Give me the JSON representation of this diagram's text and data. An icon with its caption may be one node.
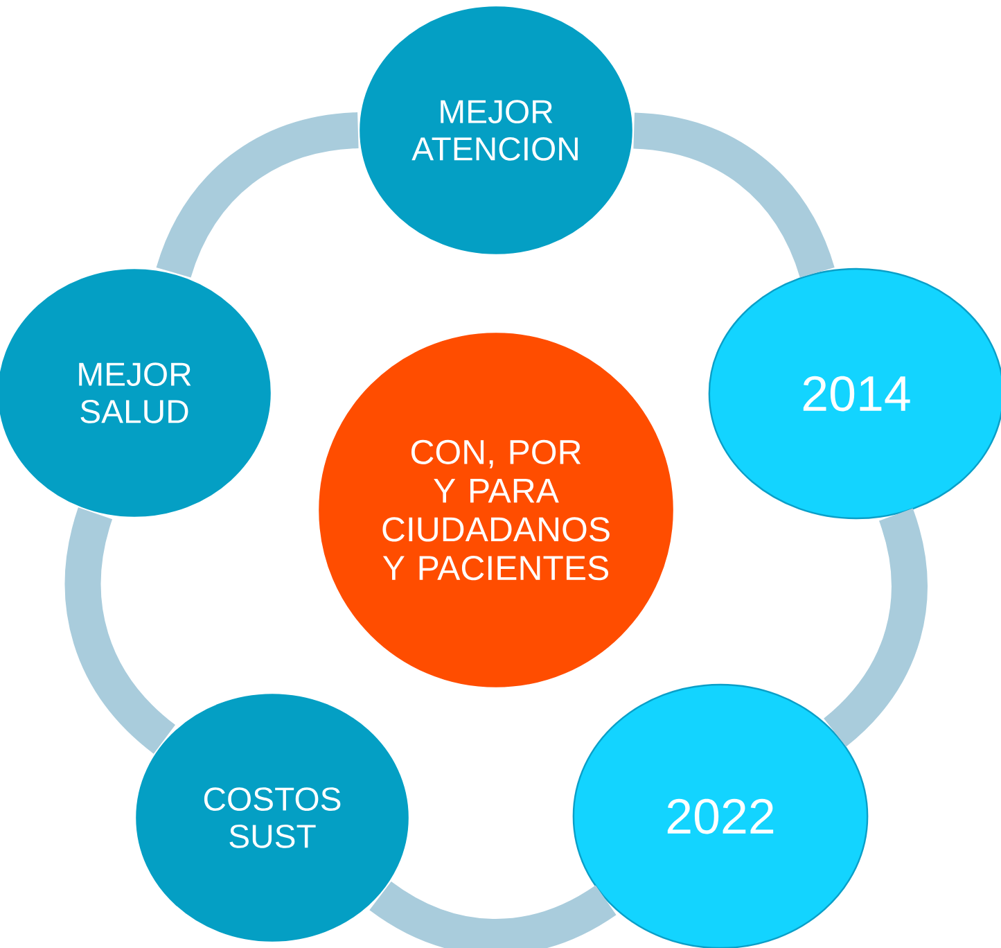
{
  "diagram": {
    "nodes": [
      {
        "text": [
          "MEJOR ATENCION"
        ]
      },
      {
        "text": [
          "MEJOR SALUD"
        ]
      },
      {
        "text": [
          "2014"
        ]
      },
      {
        "text": [
          "CON, POR Y PARA CIUDADANOS Y PACIENTES"
        ]
      },
      {
        "text": [
          "COSTOS SUST"
        ]
      },
      {
        "text": [
          "2022"
        ]
      }
    ],
    "edges": [
      {
        "from": 0,
        "to": 2,
        "arrow": "none"
      },
      {
        "from": 2,
        "to": 5,
        "arrow": "none"
      },
      {
        "from": 5,
        "to": 4,
        "arrow": "none"
      },
      {
        "from": 4,
        "to": 1,
        "arrow": "none"
      },
      {
        "from": 1,
        "to": 0,
        "arrow": "none"
      }
    ]
  }
}
